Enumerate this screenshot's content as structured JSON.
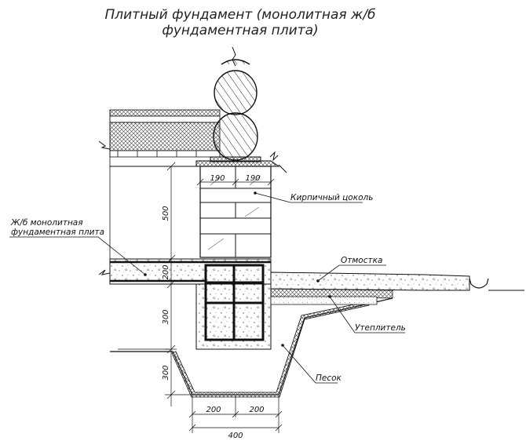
{
  "title": {
    "line1": "Плитный фундамент (монолитная ж/б",
    "line2": "фундаментная плита)"
  },
  "labels": {
    "brick_plinth": "Кирпичный цоколь",
    "slab_line1": "Ж/б монолитная",
    "slab_line2": "фундаментная плита",
    "blind_area": "Отмостка",
    "insulation": "Утеплитель",
    "sand": "Песок"
  },
  "dimensions": {
    "brick_left": "190",
    "brick_right": "190",
    "plinth_height": "500",
    "slab_thickness": "200",
    "beam_upper": "300",
    "beam_lower": "300",
    "bottom_left": "200",
    "bottom_right": "200",
    "bottom_total": "400"
  }
}
